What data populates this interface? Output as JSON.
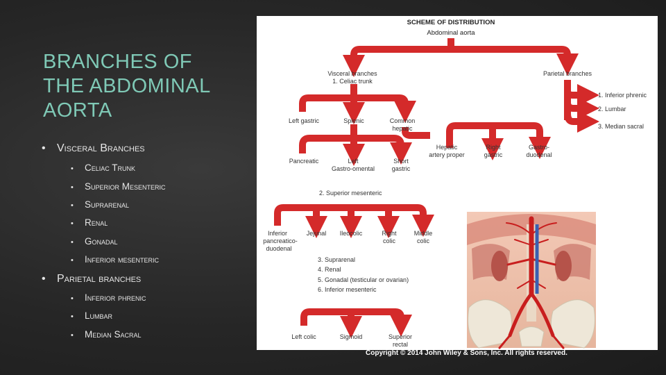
{
  "slide": {
    "title_lines": [
      "BRANCHES OF",
      "THE ABDOMINAL",
      "AORTA"
    ],
    "bullets": [
      {
        "text": "Visceral Branches",
        "level": 1
      },
      {
        "text": "Celiac Trunk",
        "level": 2
      },
      {
        "text": "Superior Mesenteric",
        "level": 2
      },
      {
        "text": "Suprarenal",
        "level": 2
      },
      {
        "text": "Renal",
        "level": 2
      },
      {
        "text": "Gonadal",
        "level": 2
      },
      {
        "text": "Inferior mesenteric",
        "level": 2
      },
      {
        "text": "Parietal branches",
        "level": 1
      },
      {
        "text": "Inferior phrenic",
        "level": 2
      },
      {
        "text": "Lumbar",
        "level": 2
      },
      {
        "text": "Median Sacral",
        "level": 2
      }
    ],
    "bullet_glyph": "•"
  },
  "figure": {
    "heading": "SCHEME OF DISTRIBUTION",
    "root": "Abdominal aorta",
    "visceral_label": "Visceral branches",
    "celiac_label": "1. Celiac trunk",
    "parietal_label": "Parietal branches",
    "parietal_items": [
      "1. Inferior phrenic",
      "2. Lumbar",
      "3. Median sacral"
    ],
    "celiac_branches": [
      "Left gastric",
      "Splenic",
      "Common",
      "hepatic"
    ],
    "splenic_branches": [
      "Pancreatic",
      "Left",
      "Gastro-omental",
      "Short",
      "gastric"
    ],
    "hepatic_branches": [
      "Hepatic",
      "artery proper",
      "Right",
      "gastric",
      "Gastro-",
      "duodenal"
    ],
    "sup_mesenteric_label": "2. Superior mesenteric",
    "sup_mesenteric_branches": [
      "Inferior",
      "pancreatico-",
      "duodenal",
      "Jejunal",
      "Ileocolic",
      "Right",
      "colic",
      "Middle",
      "colic"
    ],
    "other_visceral": [
      "3. Suprarenal",
      "4. Renal",
      "5. Gonadal (testicular or ovarian)",
      "6. Inferior mesenteric"
    ],
    "inf_mesenteric_branches": [
      "Left colic",
      "Sigmoid",
      "Superior",
      "rectal"
    ],
    "arrow_color": "#d42a2a"
  },
  "copyright": "Copyright © 2014 John Wiley & Sons, Inc. All rights reserved."
}
